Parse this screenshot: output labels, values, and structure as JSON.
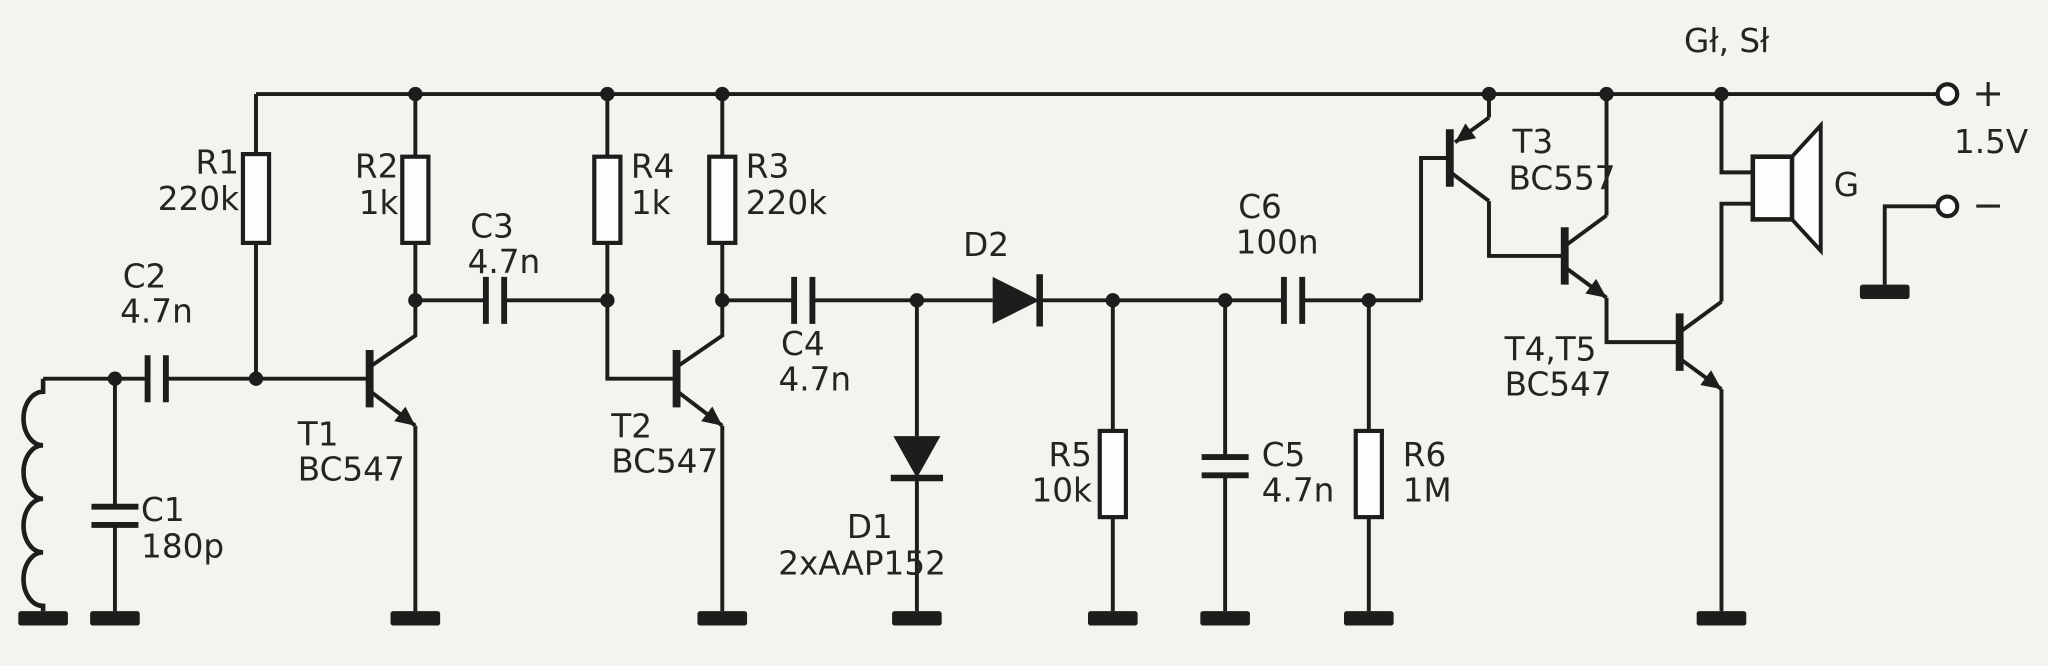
{
  "diagram": {
    "power": {
      "plus": "+",
      "minus": "−",
      "voltage": "1.5V",
      "output_label": "Gł, Sł"
    },
    "components": {
      "r1": {
        "ref": "R1",
        "value": "220k"
      },
      "r2": {
        "ref": "R2",
        "value": "1k"
      },
      "r3": {
        "ref": "R3",
        "value": "220k"
      },
      "r4": {
        "ref": "R4",
        "value": "1k"
      },
      "r5": {
        "ref": "R5",
        "value": "10k"
      },
      "r6": {
        "ref": "R6",
        "value": "1M"
      },
      "c1": {
        "ref": "C1",
        "value": "180p"
      },
      "c2": {
        "ref": "C2",
        "value": "4.7n"
      },
      "c3": {
        "ref": "C3",
        "value": "4.7n"
      },
      "c4": {
        "ref": "C4",
        "value": "4.7n"
      },
      "c5": {
        "ref": "C5",
        "value": "4.7n"
      },
      "c6": {
        "ref": "C6",
        "value": "100n"
      },
      "t1": {
        "ref": "T1",
        "value": "BC547"
      },
      "t2": {
        "ref": "T2",
        "value": "BC547"
      },
      "t3": {
        "ref": "T3",
        "value": "BC557"
      },
      "t4t5": {
        "ref": "T4,T5",
        "value": "BC547"
      },
      "d1": {
        "ref": "D1",
        "value": "2xAAP152"
      },
      "d2": {
        "ref": "D2"
      },
      "g": {
        "ref": "G"
      }
    },
    "colors": {
      "ink": "#1d1d1b",
      "paper": "#f4f3f0"
    }
  }
}
